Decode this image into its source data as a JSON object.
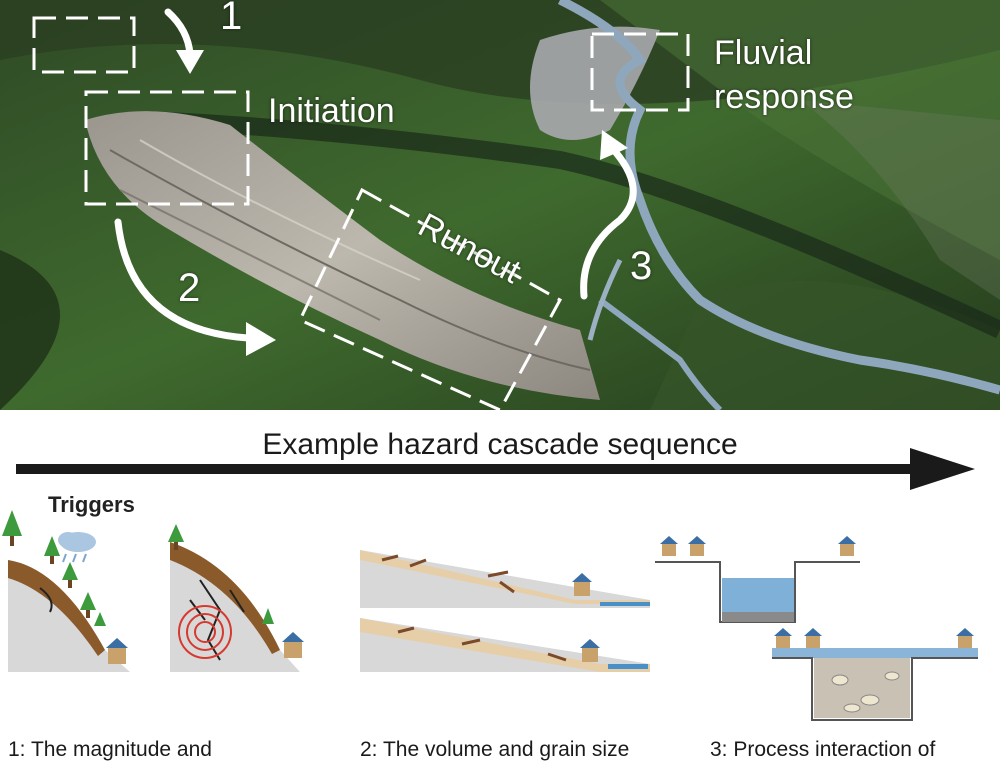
{
  "photo": {
    "labels": {
      "initiation": "Initiation",
      "runout": "Runout",
      "fluvial_line1": "Fluvial",
      "fluvial_line2": "response"
    },
    "numbers": [
      "1",
      "2",
      "3"
    ]
  },
  "sequence": {
    "title": "Example hazard cascade sequence"
  },
  "triggers": {
    "title": "Triggers"
  },
  "captions": [
    "1: The magnitude and",
    "2: The volume and grain size",
    "3: Process interaction of"
  ],
  "colors": {
    "arrow": "#1a1a1a",
    "dashed_box": "#ffffff",
    "water": "#4a90c8",
    "slope": "#d8d8d8",
    "soil": "#e6cfa8"
  }
}
